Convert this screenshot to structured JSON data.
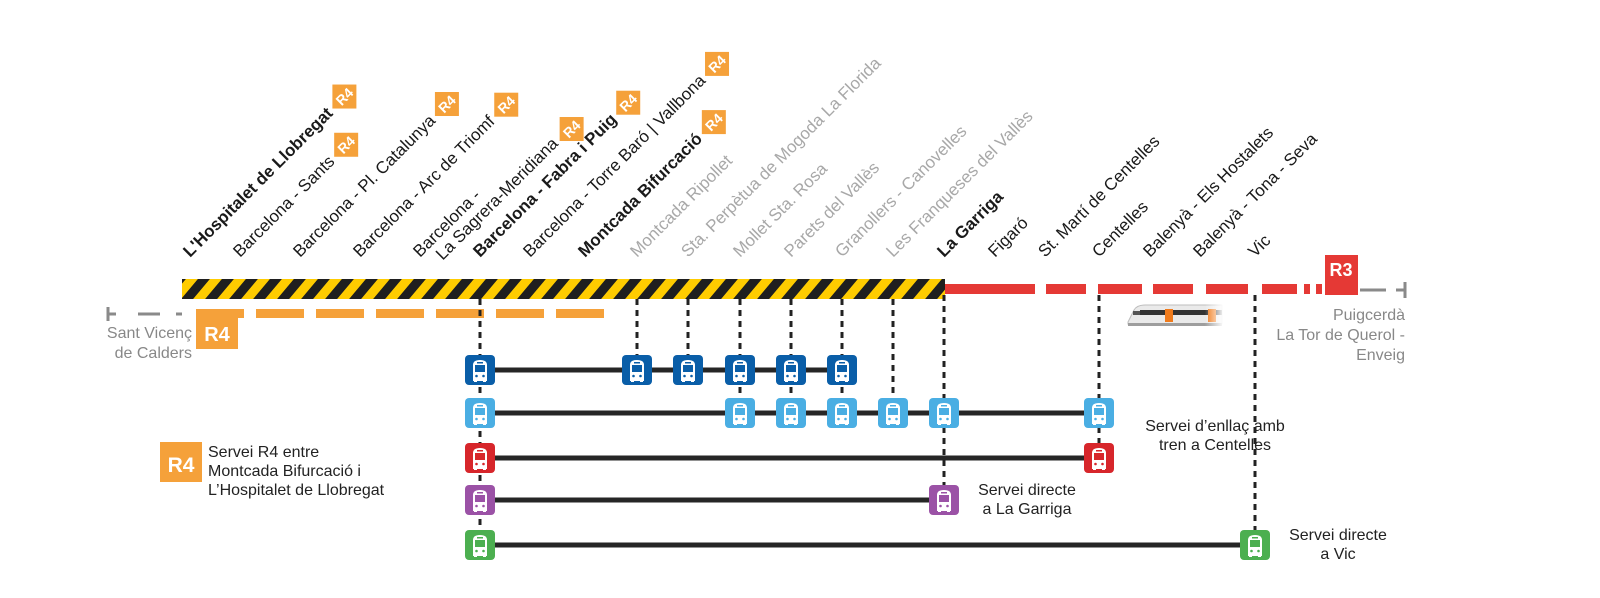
{
  "colors": {
    "r4": "#f5a13a",
    "r3": "#e53935",
    "hazard_yellow": "#ffcc00",
    "hazard_black": "#1f1f1f",
    "active_text": "#1a1a1a",
    "inactive_text": "#a8a8a8",
    "bus_dark_blue": "#0a5ea8",
    "bus_light_blue": "#4aaee3",
    "bus_red": "#d7262b",
    "bus_purple": "#9b52a6",
    "bus_green": "#4caf50",
    "line_gray": "#8a8a8a"
  },
  "stations": [
    {
      "name": "L'Hospitalet de Llobregat",
      "status": "active",
      "bold": true,
      "r4": true
    },
    {
      "name": "Barcelona - Sants",
      "status": "active",
      "bold": false,
      "r4": true
    },
    {
      "name": "Barcelona - Pl. Catalunya",
      "status": "active",
      "bold": false,
      "r4": true
    },
    {
      "name": "Barcelona - Arc de Triomf",
      "status": "active",
      "bold": false,
      "r4": true
    },
    {
      "name": "Barcelona -",
      "name2": "La Sagrera-Meridiana",
      "status": "active",
      "bold": false,
      "r4": true
    },
    {
      "name": "Barcelona - Fabra i Puig",
      "status": "active",
      "bold": true,
      "r4": true
    },
    {
      "name": "Barcelona - Torre Baró | Vallbona",
      "status": "active",
      "bold": false,
      "r4": true
    },
    {
      "name": "Montcada Bifurcació",
      "status": "active",
      "bold": true,
      "r4": true
    },
    {
      "name": "Montcada Ripollet",
      "status": "closed",
      "bold": false,
      "r4": false
    },
    {
      "name": "Sta. Perpètua de Mogoda La Florida",
      "status": "closed",
      "bold": false,
      "r4": false
    },
    {
      "name": "Mollet Sta. Rosa",
      "status": "closed",
      "bold": false,
      "r4": false
    },
    {
      "name": "Parets del Vallès",
      "status": "closed",
      "bold": false,
      "r4": false
    },
    {
      "name": "Granollers - Canovelles",
      "status": "closed",
      "bold": false,
      "r4": false
    },
    {
      "name": "Les Franqueses del Vallès",
      "status": "closed",
      "bold": false,
      "r4": false
    },
    {
      "name": "La Garriga",
      "status": "active",
      "bold": true,
      "r4": false
    },
    {
      "name": "Figaró",
      "status": "active",
      "bold": false,
      "r4": false
    },
    {
      "name": "St. Martí de Centelles",
      "status": "active",
      "bold": false,
      "r4": false
    },
    {
      "name": "Centelles",
      "status": "active",
      "bold": false,
      "r4": false
    },
    {
      "name": "Balenyà - Els Hostalets",
      "status": "active",
      "bold": false,
      "r4": false
    },
    {
      "name": "Balenyà - Tona - Seva",
      "status": "active",
      "bold": false,
      "r4": false
    },
    {
      "name": "Vic",
      "status": "active",
      "bold": false,
      "r4": false
    }
  ],
  "lines": {
    "r4_badge": "R4",
    "r3_badge": "R3",
    "west_terminus": [
      "Sant Vicenç",
      "de Calders"
    ],
    "east_terminus": [
      "Puigcerdà",
      "La Tor de Querol -",
      "Enveig"
    ]
  },
  "bus_services": [
    {
      "color_key": "bus_dark_blue",
      "stops": [
        5,
        8,
        9,
        10,
        11,
        12
      ],
      "caption": []
    },
    {
      "color_key": "bus_light_blue",
      "stops": [
        5,
        10,
        11,
        12,
        13,
        14,
        17
      ],
      "caption": [
        "Servei d’enllaç amb",
        "tren a Centelles"
      ]
    },
    {
      "color_key": "bus_red",
      "stops": [
        5,
        17
      ],
      "caption": []
    },
    {
      "color_key": "bus_purple",
      "stops": [
        5,
        14
      ],
      "caption": [
        "Servei directe",
        "a La Garriga"
      ]
    },
    {
      "color_key": "bus_green",
      "stops": [
        5,
        20
      ],
      "caption": [
        "Servei directe",
        "a Vic"
      ]
    }
  ],
  "legend": {
    "badge": "R4",
    "text": [
      "Servei R4 entre",
      "Montcada Bifurcació i",
      "L’Hospitalet de Llobregat"
    ]
  },
  "train_icon": "commuter-train-icon",
  "bus_icon": "bus-icon"
}
